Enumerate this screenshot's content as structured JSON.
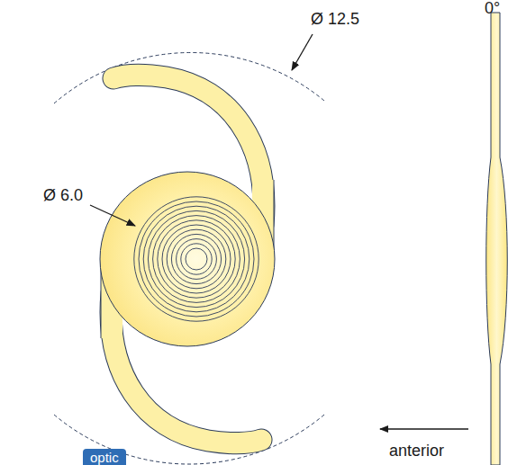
{
  "diagram": {
    "nodes": [
      {
        "text": [
          "optic"
        ]
      }
    ],
    "labels": [
      "Ø 12.5",
      "Ø 6.0",
      "0°",
      "anterior"
    ]
  }
}
